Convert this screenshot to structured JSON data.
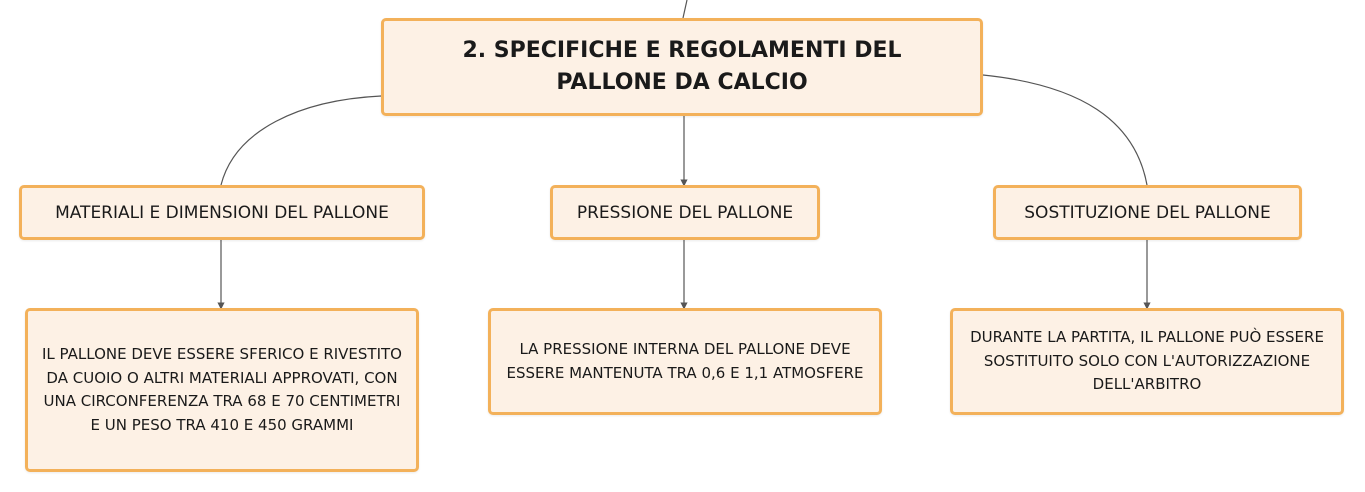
{
  "root": {
    "title": "2. SPECIFICHE E REGOLAMENTI DEL PALLONE DA CALCIO"
  },
  "branches": [
    {
      "label": "MATERIALI E DIMENSIONI DEL PALLONE",
      "detail": "IL PALLONE DEVE ESSERE SFERICO E RIVESTITO DA CUOIO O ALTRI MATERIALI APPROVATI, CON UNA CIRCONFERENZA TRA 68 E 70 CENTIMETRI E UN PESO TRA 410 E 450 GRAMMI"
    },
    {
      "label": "PRESSIONE DEL PALLONE",
      "detail": "LA PRESSIONE INTERNA DEL PALLONE DEVE ESSERE MANTENUTA TRA 0,6 E 1,1 ATMOSFERE"
    },
    {
      "label": "SOSTITUZIONE DEL PALLONE",
      "detail": "DURANTE LA PARTITA, IL PALLONE PUÒ ESSERE SOSTITUITO SOLO CON L'AUTORIZZAZIONE DELL'ARBITRO"
    }
  ],
  "colors": {
    "node_fill": "#fdf1e5",
    "node_border": "#f3b15a",
    "connector": "#555555"
  }
}
